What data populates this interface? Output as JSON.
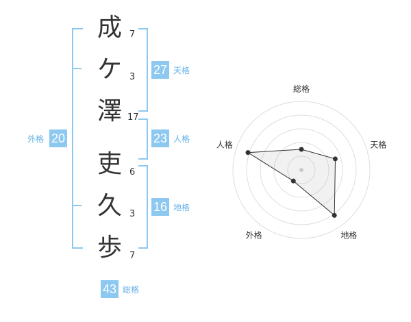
{
  "colors": {
    "accent": "#8cc8f0",
    "label": "#62b1e6",
    "text": "#333333"
  },
  "name_chars": [
    {
      "char": "成",
      "strokes": "7"
    },
    {
      "char": "ケ",
      "strokes": "3"
    },
    {
      "char": "澤",
      "strokes": "17"
    },
    {
      "char": "吏",
      "strokes": "6"
    },
    {
      "char": "久",
      "strokes": "3"
    },
    {
      "char": "歩",
      "strokes": "7"
    }
  ],
  "kakusu": {
    "tenkaku": {
      "value": "27",
      "label": "天格"
    },
    "jinkaku": {
      "value": "23",
      "label": "人格"
    },
    "chikaku": {
      "value": "16",
      "label": "地格"
    },
    "gaikaku": {
      "value": "20",
      "label": "外格"
    },
    "soukaku": {
      "value": "43",
      "label": "総格"
    }
  },
  "chart_data": {
    "type": "radar",
    "axes": [
      "総格",
      "天格",
      "地格",
      "外格",
      "人格"
    ],
    "values": [
      1.5,
      2.6,
      4.1,
      1.0,
      4.1
    ],
    "rmax": 5,
    "rings": 5,
    "grid": true
  }
}
